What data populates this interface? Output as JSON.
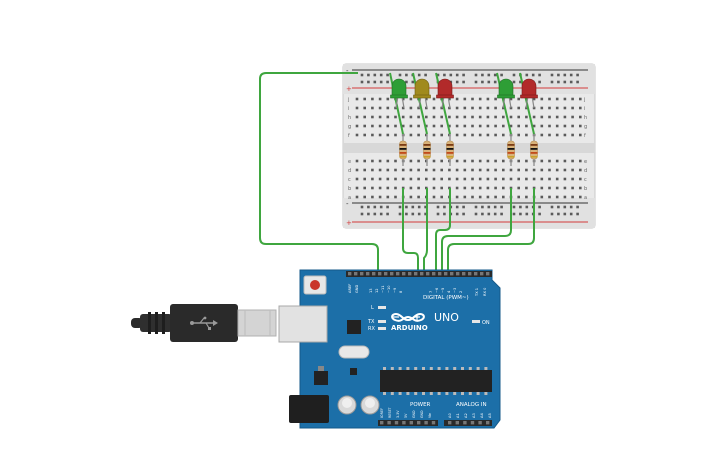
{
  "board": {
    "brand": "ARDUINO",
    "model": "UNO",
    "digital_label": "DIGITAL (PWM~)",
    "analog_label": "ANALOG IN",
    "power_label": "POWER",
    "led_l": "L",
    "led_tx": "TX",
    "led_rx": "RX",
    "led_on": "ON",
    "top_pins": [
      "AREF",
      "GND",
      "13",
      "12",
      "~11",
      "~10",
      "~9",
      "8",
      "7",
      "~6",
      "~5",
      "4",
      "~3",
      "2",
      "TX 1",
      "RX 0"
    ],
    "power_pins": [
      "IOREF",
      "RESET",
      "3.3V",
      "5V",
      "GND",
      "GND",
      "Vin"
    ],
    "analog_pins": [
      "A0",
      "A1",
      "A2",
      "A3",
      "A4",
      "A5"
    ]
  },
  "breadboard": {
    "row_letters_top": [
      "j",
      "i",
      "h",
      "g",
      "f"
    ],
    "row_letters_bottom": [
      "e",
      "d",
      "c",
      "b",
      "a"
    ],
    "rail_plus": "+",
    "rail_minus": "-"
  },
  "leds": [
    {
      "color": "#2e9e36",
      "name": "green"
    },
    {
      "color": "#a08a1e",
      "name": "yellow"
    },
    {
      "color": "#b22a2a",
      "name": "red"
    },
    {
      "color": "#2e9e36",
      "name": "green"
    },
    {
      "color": "#b22a2a",
      "name": "red"
    }
  ],
  "colors": {
    "wire": "#3fa63f",
    "board": "#1c6fa8",
    "breadboard": "#e8e8e8",
    "rail_red": "#d23a3a"
  },
  "icons": {
    "usb": "usb-icon",
    "infinity": "arduino-logo-icon"
  }
}
